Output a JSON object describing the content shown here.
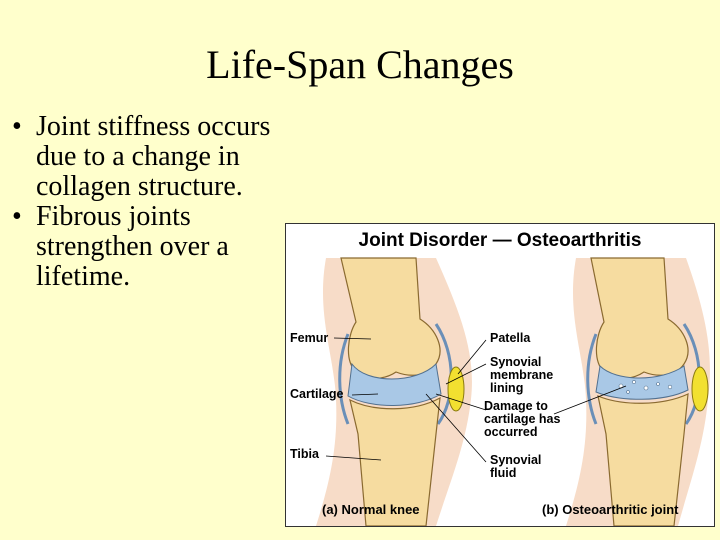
{
  "slide": {
    "title": "Life-Span Changes",
    "bullets": [
      "Joint stiffness occurs due to a change in collagen structure.",
      "Fibrous joints strengthen over a lifetime."
    ],
    "bullet_glyph": "•"
  },
  "figure": {
    "title": "Joint Disorder — Osteoarthritis",
    "labels": {
      "femur": "Femur",
      "cartilage": "Cartilage",
      "tibia": "Tibia",
      "patella": "Patella",
      "synovial_membrane": "Synovial membrane lining",
      "damage": "Damage to cartilage has occurred",
      "synovial_fluid": "Synovial fluid"
    },
    "captions": {
      "normal": "(a) Normal knee",
      "osteo": "(b) Osteoarthritic joint"
    }
  },
  "colors": {
    "background": "#ffffcc",
    "bone": "#f6dca0",
    "cartilage": "#a9c8e6",
    "patella": "#f2e030",
    "skin": "#f7dcc8"
  }
}
